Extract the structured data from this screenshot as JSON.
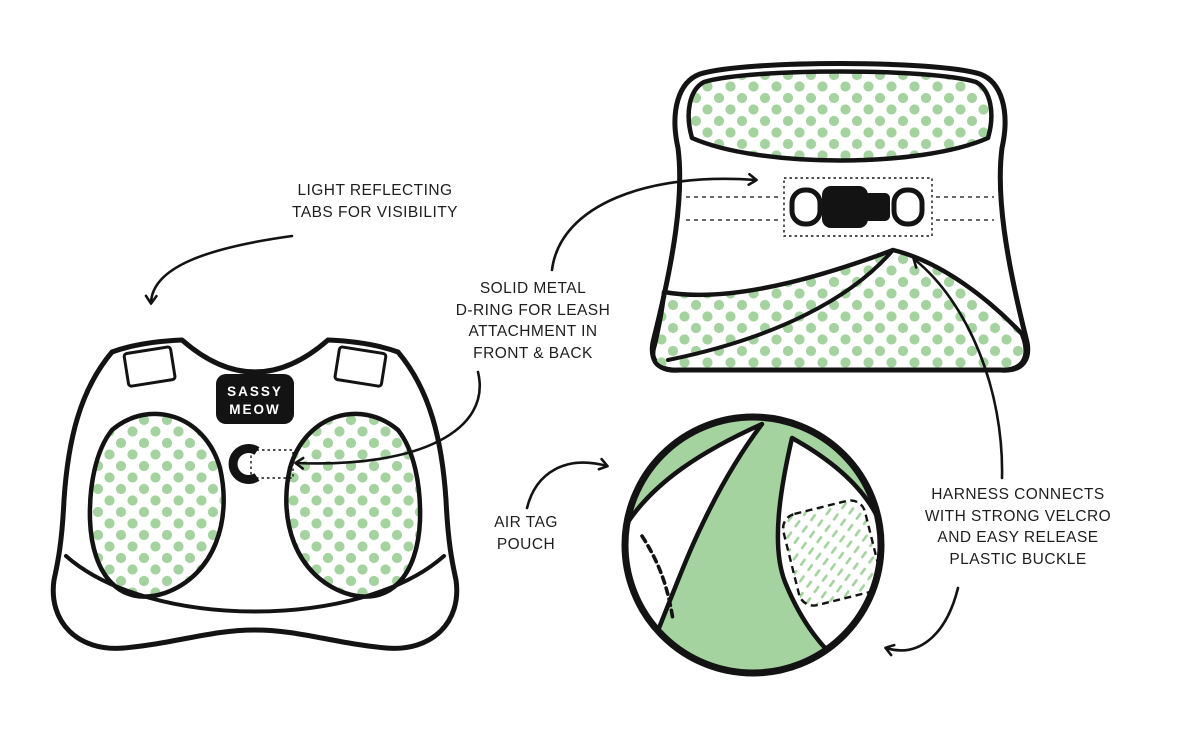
{
  "colors": {
    "ink": "#131313",
    "green": "#a5d3a0",
    "text": "#1e1e1e",
    "background": "#ffffff"
  },
  "labels": {
    "reflective_tabs": {
      "line1": "LIGHT REFLECTING",
      "line2": "TABS FOR VISIBILITY"
    },
    "d_ring": {
      "line1": "SOLID METAL",
      "line2": "D-RING FOR LEASH",
      "line3": "ATTACHMENT IN",
      "line4": "FRONT & BACK"
    },
    "air_tag": {
      "line1": "AIR TAG",
      "line2": "POUCH"
    },
    "velcro": {
      "line1": "HARNESS CONNECTS",
      "line2": "WITH STRONG VELCRO",
      "line3": "AND EASY RELEASE",
      "line4": "PLASTIC BUCKLE"
    }
  },
  "front_harness": {
    "patch_line1": "SASSY",
    "patch_line2": "MEOW"
  }
}
